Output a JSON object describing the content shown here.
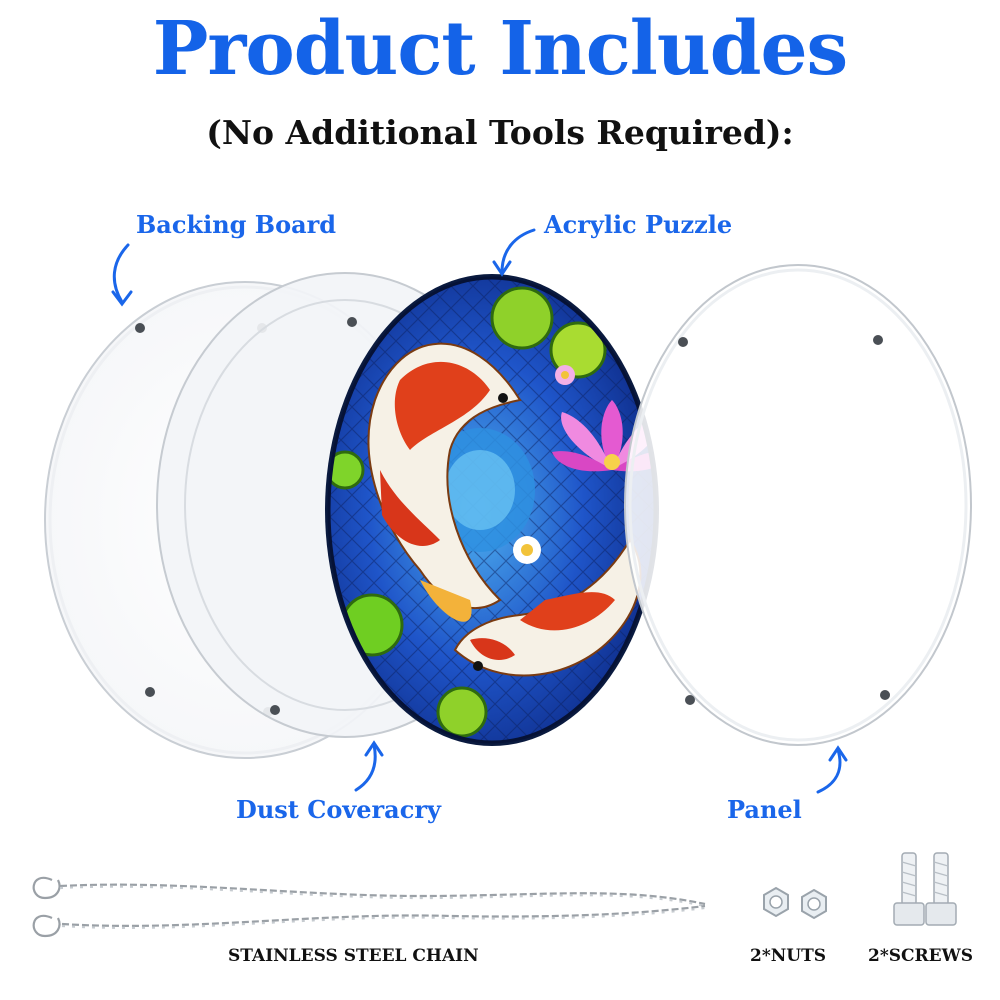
{
  "header": {
    "title": "Product Includes",
    "subtitle": "(No Additional Tools Required):"
  },
  "callouts": {
    "backing_board": "Backing Board",
    "acrylic_puzzle": "Acrylic Puzzle",
    "dust_cover": "Dust Coveracry",
    "panel": "Panel"
  },
  "accessories": {
    "chain": "STAINLESS STEEL CHAIN",
    "nuts": "2*NUTS",
    "screws": "2*SCREWS"
  },
  "colors": {
    "title_blue": "#1463e8",
    "callout_blue": "#1a66ea",
    "text_dark": "#111111"
  }
}
